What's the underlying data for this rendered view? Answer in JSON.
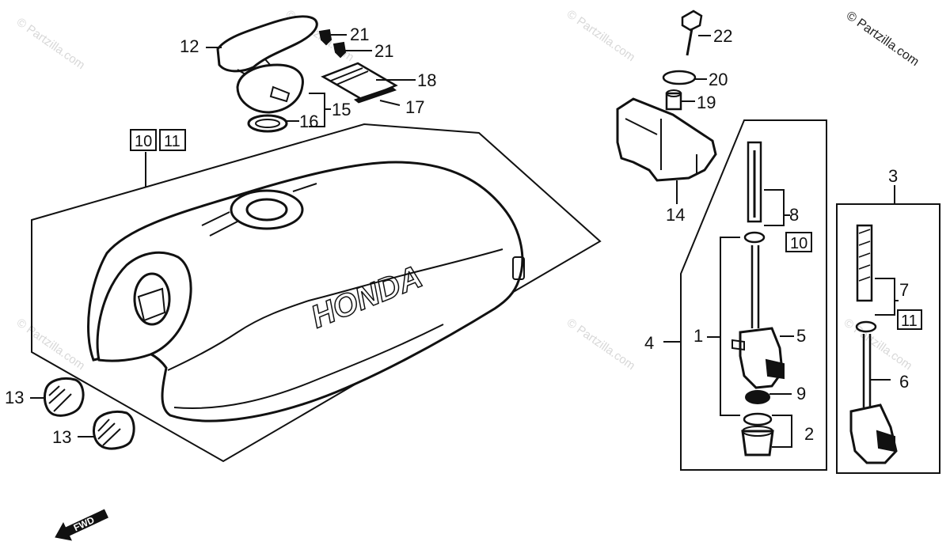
{
  "watermark": {
    "text": "© Partzilla.com"
  },
  "callouts": [
    {
      "id": "1",
      "label": "1"
    },
    {
      "id": "2",
      "label": "2"
    },
    {
      "id": "3",
      "label": "3"
    },
    {
      "id": "4",
      "label": "4"
    },
    {
      "id": "5",
      "label": "5"
    },
    {
      "id": "6",
      "label": "6"
    },
    {
      "id": "7",
      "label": "7"
    },
    {
      "id": "8",
      "label": "8"
    },
    {
      "id": "9",
      "label": "9"
    },
    {
      "id": "12",
      "label": "12"
    },
    {
      "id": "13a",
      "label": "13"
    },
    {
      "id": "13b",
      "label": "13"
    },
    {
      "id": "14",
      "label": "14"
    },
    {
      "id": "15",
      "label": "15"
    },
    {
      "id": "16",
      "label": "16"
    },
    {
      "id": "17",
      "label": "17"
    },
    {
      "id": "18",
      "label": "18"
    },
    {
      "id": "19",
      "label": "19"
    },
    {
      "id": "20",
      "label": "20"
    },
    {
      "id": "21a",
      "label": "21"
    },
    {
      "id": "21b",
      "label": "21"
    },
    {
      "id": "22",
      "label": "22"
    }
  ],
  "boxed_refs": [
    {
      "id": "tank-10",
      "label": "10"
    },
    {
      "id": "tank-11",
      "label": "11"
    },
    {
      "id": "cock-10",
      "label": "10"
    },
    {
      "id": "cock-11",
      "label": "11"
    }
  ],
  "tank_badge": {
    "text": "HONDA"
  },
  "direction": {
    "text": "FWD"
  }
}
